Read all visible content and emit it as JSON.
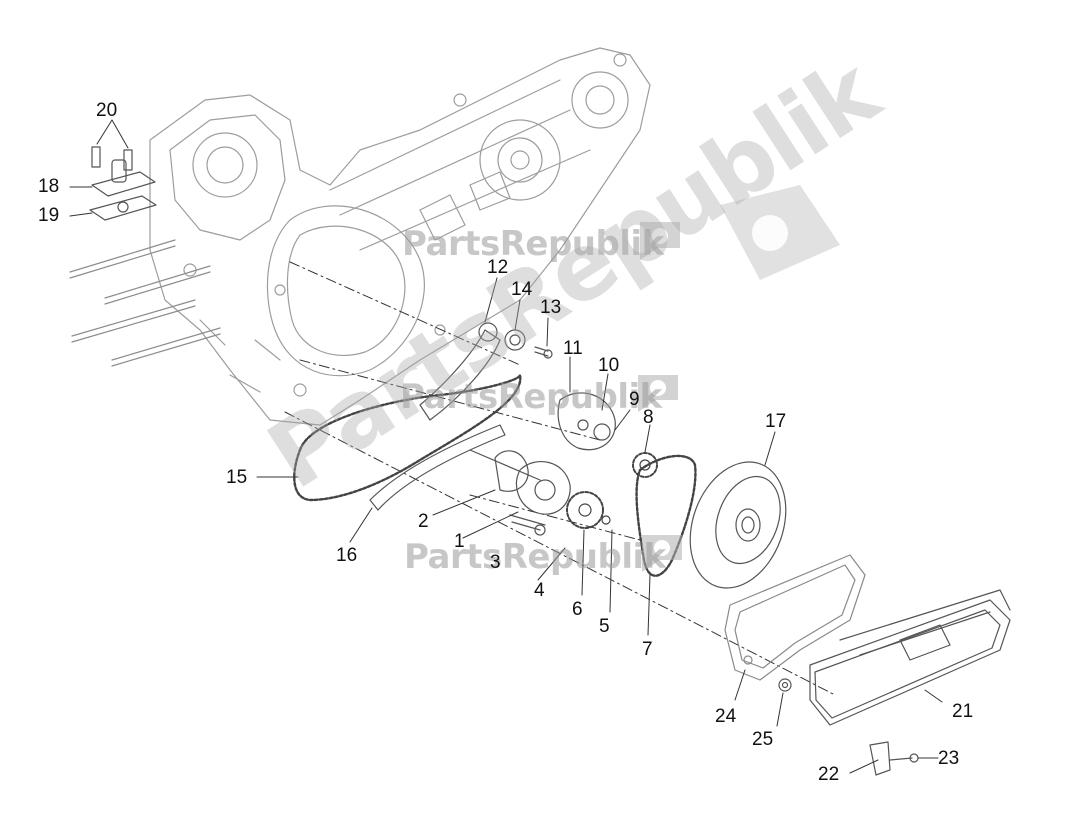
{
  "diagram": {
    "watermark": {
      "brand_text": "PartsRepublik",
      "big_text": "PartsRepublik",
      "color": "#9a9a9a"
    },
    "callouts": [
      {
        "id": "c20",
        "label": "20"
      },
      {
        "id": "c18",
        "label": "18"
      },
      {
        "id": "c19",
        "label": "19"
      },
      {
        "id": "c12",
        "label": "12"
      },
      {
        "id": "c14",
        "label": "14"
      },
      {
        "id": "c13",
        "label": "13"
      },
      {
        "id": "c11",
        "label": "11"
      },
      {
        "id": "c10",
        "label": "10"
      },
      {
        "id": "c9",
        "label": "9"
      },
      {
        "id": "c8",
        "label": "8"
      },
      {
        "id": "c17",
        "label": "17"
      },
      {
        "id": "c15",
        "label": "15"
      },
      {
        "id": "c2",
        "label": "2"
      },
      {
        "id": "c16",
        "label": "16"
      },
      {
        "id": "c1",
        "label": "1"
      },
      {
        "id": "c3",
        "label": "3"
      },
      {
        "id": "c4",
        "label": "4"
      },
      {
        "id": "c6",
        "label": "6"
      },
      {
        "id": "c5",
        "label": "5"
      },
      {
        "id": "c7",
        "label": "7"
      },
      {
        "id": "c24",
        "label": "24"
      },
      {
        "id": "c25",
        "label": "25"
      },
      {
        "id": "c21",
        "label": "21"
      },
      {
        "id": "c22",
        "label": "22"
      },
      {
        "id": "c23",
        "label": "23"
      }
    ]
  }
}
